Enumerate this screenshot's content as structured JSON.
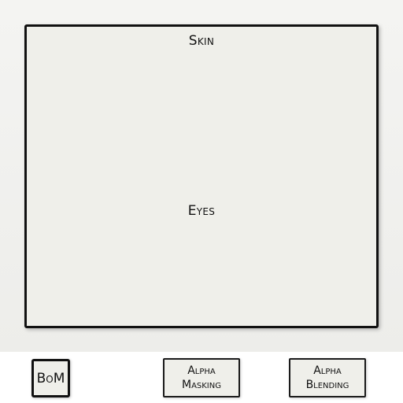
{
  "panel": {
    "skin_label": "Skin",
    "eyes_label": "Eyes"
  },
  "buttons": {
    "bom": {
      "label": "BoM"
    },
    "alpha_masking": {
      "line1": "Alpha",
      "line2": "Masking"
    },
    "alpha_blending": {
      "line1": "Alpha",
      "line2": "Blending"
    }
  }
}
